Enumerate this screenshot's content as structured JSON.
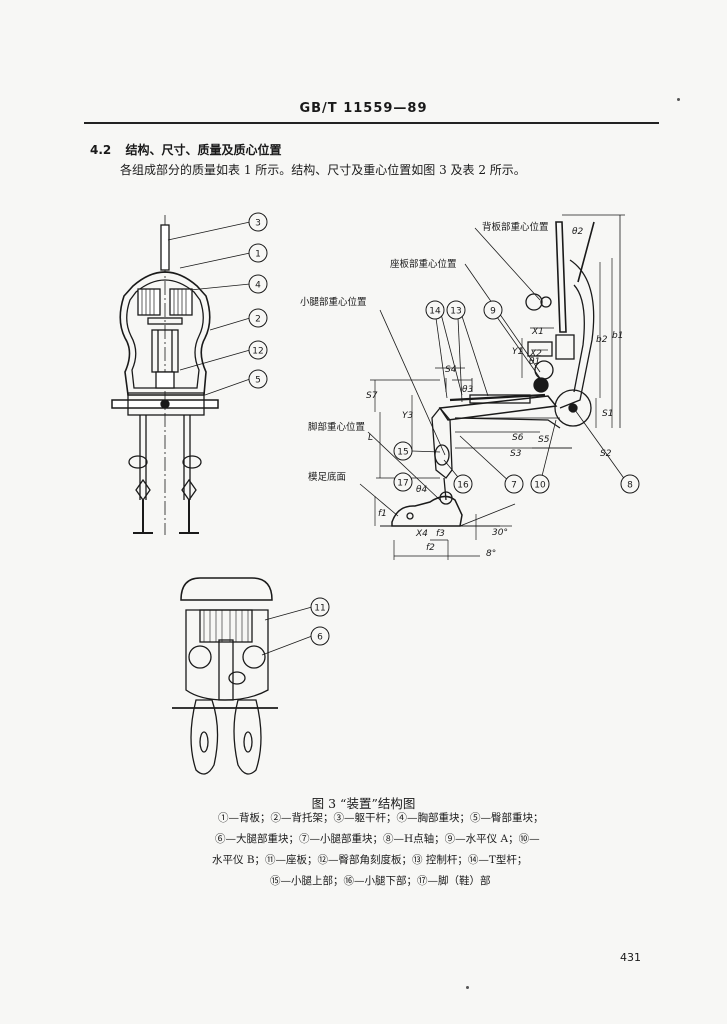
{
  "header": {
    "standard": "GB/T 11559—89"
  },
  "section": {
    "number": "4.2",
    "title": "结构、尺寸、质量及质心位置",
    "paragraph": "各组成部分的质量如表 1 所示。结构、尺寸及重心位置如图 3 及表 2 所示。"
  },
  "figure": {
    "callouts_front": [
      "3",
      "1",
      "4",
      "2",
      "12",
      "5"
    ],
    "callouts_top": [
      "11",
      "6"
    ],
    "callouts_side": [
      "14",
      "13",
      "9",
      "15",
      "17",
      "16",
      "7",
      "10",
      "8"
    ],
    "side_labels": {
      "back_cg": "背板部重心位置",
      "seat_cg": "座板部重心位置",
      "shank_cg": "小腿部重心位置",
      "foot_cg": "脚部重心位置",
      "heel_floor": "模足底面"
    },
    "dims": [
      "S4",
      "S7",
      "Y3",
      "L",
      "S6",
      "S3",
      "S5",
      "S1",
      "S2",
      "X1",
      "Y1",
      "X2",
      "θ1",
      "θ2",
      "b1",
      "b2",
      "θ3",
      "θ4",
      "f1",
      "f2",
      "f3",
      "X4",
      "30°",
      "8°"
    ],
    "caption": "图 3 “装置”结构图",
    "legend_lines": [
      "①—背板；②—背托架；③—躯干杆；④—胸部重块；⑤—臀部重块；",
      "⑥—大腿部重块；⑦—小腿部重块；⑧—H点轴；⑨—水平仪 A；⑩—",
      "水平仪 B；⑪—座板；⑫—臀部角刻度板；⑬ 控制杆；⑭—T型杆；",
      "⑮—小腿上部；⑯—小腿下部；⑰—脚（鞋）部"
    ]
  },
  "page_number": "431"
}
